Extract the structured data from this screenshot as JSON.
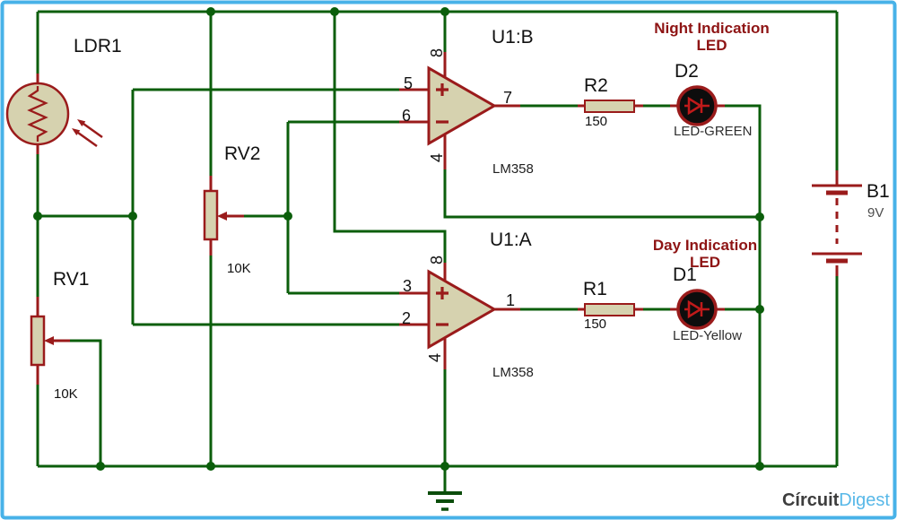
{
  "colors": {
    "wire_green": "#0b5e0b",
    "component_maroon": "#9a1b1b",
    "component_fill": "#d6d2af",
    "annotation_red": "#8e1414",
    "border_blue": "#48b2e8",
    "led_symbol_red": "#c01a1a",
    "led_body_black": "#0d0d0d",
    "logo_gray": "#3d3d3d",
    "logo_blue": "#58b8e8"
  },
  "ldr": {
    "ref": "LDR1"
  },
  "rv1": {
    "ref": "RV1",
    "value": "10K"
  },
  "rv2": {
    "ref": "RV2",
    "value": "10K"
  },
  "opamp_b": {
    "ref": "U1:B",
    "part": "LM358",
    "pin_plus": "5",
    "pin_minus": "6",
    "pin_out": "7",
    "pin_vcc": "8",
    "pin_gnd": "4"
  },
  "opamp_a": {
    "ref": "U1:A",
    "part": "LM358",
    "pin_plus": "3",
    "pin_minus": "2",
    "pin_out": "1",
    "pin_vcc": "8",
    "pin_gnd": "4"
  },
  "r2": {
    "ref": "R2",
    "value": "150"
  },
  "r1": {
    "ref": "R1",
    "value": "150"
  },
  "d2": {
    "ref": "D2",
    "type": "LED-GREEN"
  },
  "d1": {
    "ref": "D1",
    "type": "LED-Yellow"
  },
  "b1": {
    "ref": "B1",
    "value": "9V"
  },
  "night_label": {
    "line1": "Night Indication",
    "line2": "LED"
  },
  "day_label": {
    "line1": "Day Indication",
    "line2": "LED"
  },
  "logo": {
    "circuit": "Círcuit",
    "digest": "Digest"
  }
}
